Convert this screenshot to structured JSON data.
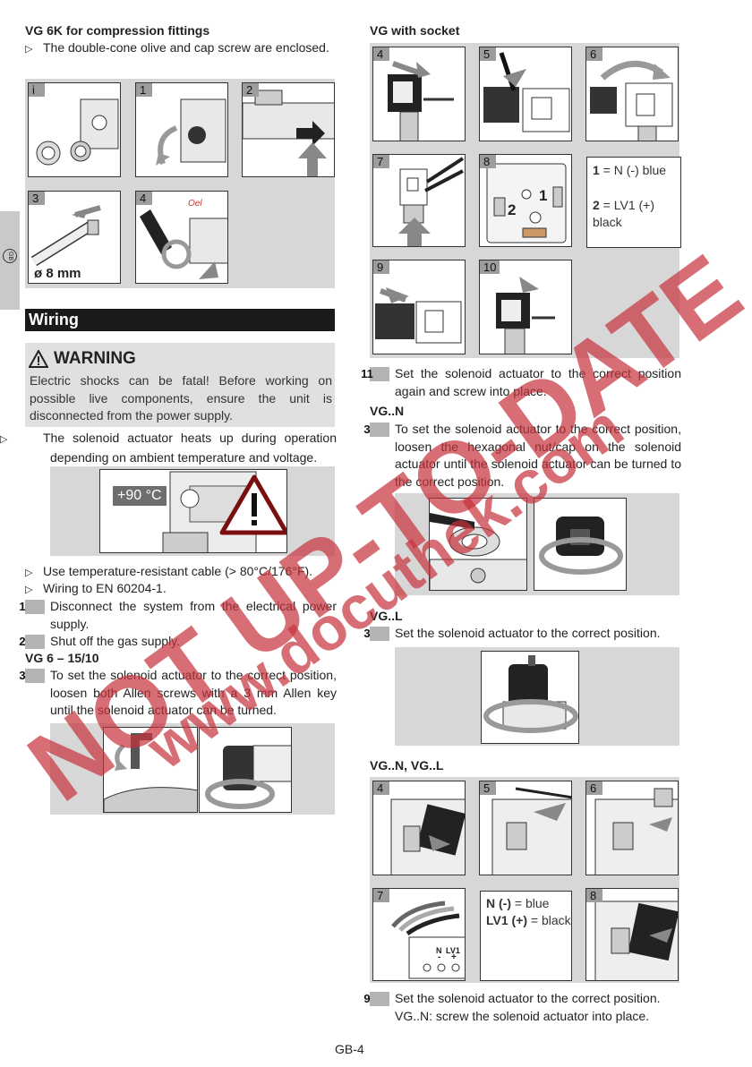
{
  "left": {
    "vg6k_heading": "VG 6K for compression fittings",
    "vg6k_note": "The double-cone olive and cap screw are enclosed.",
    "fig_labels": [
      "i",
      "1",
      "2",
      "3",
      "4"
    ],
    "pipe_label": "ø 8 mm",
    "oil_label": "Oel",
    "section_title": "Wiring",
    "warning_title": "WARNING",
    "warning_text": "Electric shocks can be fatal! Before working on possible live components, ensure the unit is disconnected from the power supply.",
    "heat_note": "The solenoid actuator heats up during operation depending on ambient temperature and voltage.",
    "temp_label": "+90 °C",
    "bullet_cable": "Use temperature-resistant cable (> 80°C/176°F).",
    "bullet_wiring": "Wiring to EN 60204-1.",
    "step1_num": "1",
    "step1_text": "Disconnect the system from the electrical power supply.",
    "step2_num": "2",
    "step2_text": "Shut off the gas supply.",
    "vg6_heading": "VG 6 – 15/10",
    "step3_num": "3",
    "step3_text": "To set the solenoid actuator to the correct position, loosen both Allen screws with a 3 mm Allen key until the solenoid actuator can be turned."
  },
  "right": {
    "socket_heading": "VG with socket",
    "socket_fig_labels": [
      "4",
      "5",
      "6",
      "7",
      "8",
      "9",
      "10"
    ],
    "legend1_num": "1",
    "legend1_text": " = N (-) blue",
    "legend2_num": "2",
    "legend2_text": " = LV1 (+) black",
    "terminal_1": "1",
    "terminal_2": "2",
    "step11_num": "11",
    "step11_text": "Set the solenoid actuator to the correct position again and screw into place.",
    "vgn_heading": "VG..N",
    "vgn_step_num": "3",
    "vgn_step_text": "To set the solenoid actuator to the correct position, loosen the hexagonal nut/cap on the solenoid actuator until the solenoid actuator can be turned to the correct position.",
    "vgl_heading": "VG..L",
    "vgl_step_num": "3",
    "vgl_step_text": "Set the solenoid actuator to the correct position.",
    "vgnl_heading": "VG..N, VG..L",
    "vgnl_fig_labels": [
      "4",
      "5",
      "6",
      "7",
      "8"
    ],
    "n_label": "N (-)",
    "n_color": " = blue",
    "lv1_label": "LV1 (+)",
    "lv1_color": " = black",
    "term_n": "N",
    "term_lv1": "LV1",
    "term_minus": "-",
    "term_plus": "+",
    "step9_num": "9",
    "step9_line1": "Set the solenoid actuator to the correct position.",
    "step9_line2": "VG..N: screw the solenoid actuator into place."
  },
  "side_tab": "GB",
  "page_number": "GB-4",
  "watermark_line1": "NOT UP-TO-DATE",
  "watermark_line2": "www.docuthek.com",
  "colors": {
    "watermark": "#c8323c",
    "section_bar": "#1a1a1a",
    "panel": "#d7d7d7",
    "warning_box": "#e0e0e0"
  }
}
